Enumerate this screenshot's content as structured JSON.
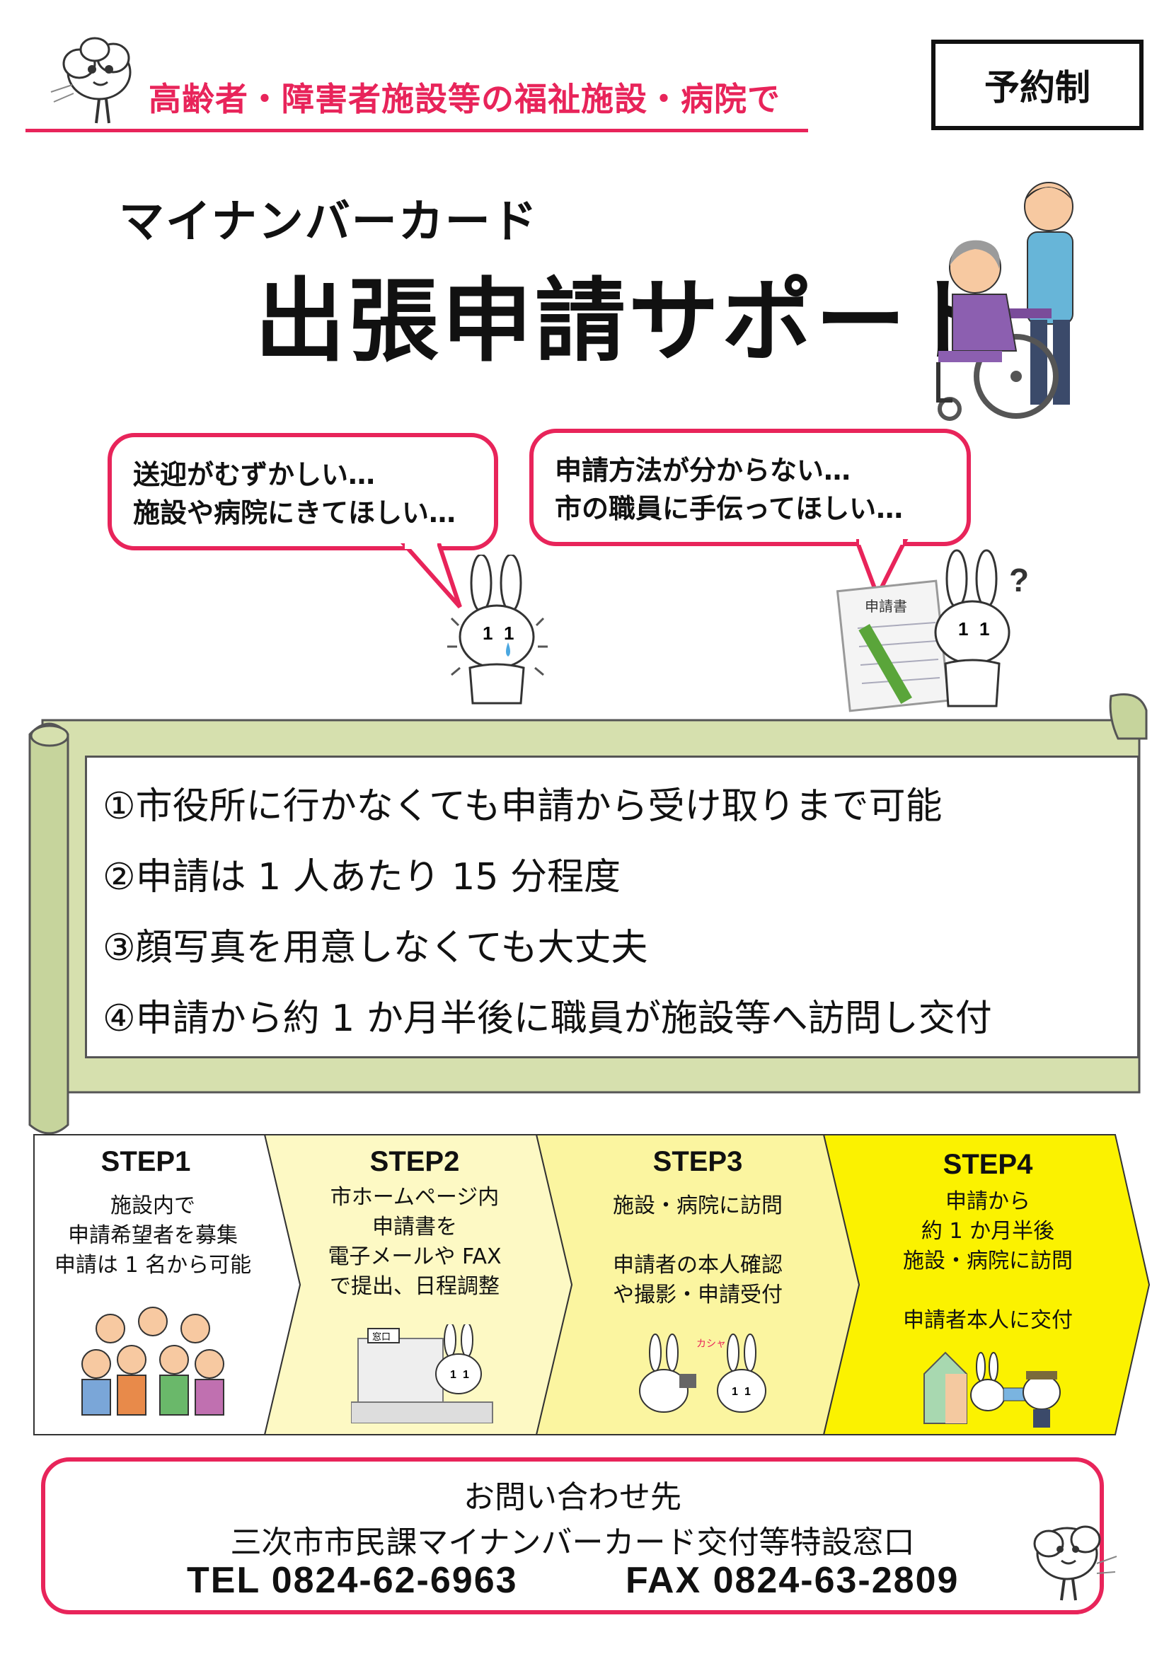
{
  "header": {
    "subtitle": "高齢者・障害者施設等の福祉施設・病院で",
    "reservation_badge": "予約制"
  },
  "title": {
    "small": "マイナンバーカード",
    "big": "出張申請サポート"
  },
  "bubbles": [
    {
      "line1": "送迎がむずかしい…",
      "line2": "施設や病院にきてほしい…"
    },
    {
      "line1": "申請方法が分からない…",
      "line2": "市の職員に手伝ってほしい…"
    }
  ],
  "illustration": {
    "form_label": "申請書",
    "step2_sign": "窓口",
    "step3_camera_sound": "カシャ"
  },
  "features": [
    "①市役所に行かなくても申請から受け取りまで可能",
    "②申請は 1 人あたり 15 分程度",
    "③顔写真を用意しなくても大丈夫",
    "④申請から約 1 か月半後に職員が施設等へ訪問し交付"
  ],
  "steps": [
    {
      "title": "STEP1",
      "lines": [
        "施設内で",
        "申請希望者を募集",
        "申請は 1 名から可能"
      ]
    },
    {
      "title": "STEP2",
      "lines": [
        "市ホームページ内",
        "申請書を",
        "電子メールや FAX",
        "で提出、日程調整"
      ]
    },
    {
      "title": "STEP3",
      "lines": [
        "施設・病院に訪問",
        "",
        "申請者の本人確認",
        "や撮影・申請受付"
      ]
    },
    {
      "title": "STEP4",
      "lines": [
        "申請から",
        "約 1 か月半後",
        "施設・病院に訪問",
        "",
        "申請者本人に交付"
      ]
    }
  ],
  "contact": {
    "heading": "お問い合わせ先",
    "office": "三次市市民課マイナンバーカード交付等特設窓口",
    "tel": "TEL  0824-62-6963",
    "fax": "FAX  0824-63-2809"
  },
  "colors": {
    "accent": "#e8245a",
    "scroll_fill": "#d6e0ae",
    "step1": "#ffffff",
    "step2": "#fdf9c4",
    "step3": "#fbf5a0",
    "step4": "#fbf200"
  }
}
